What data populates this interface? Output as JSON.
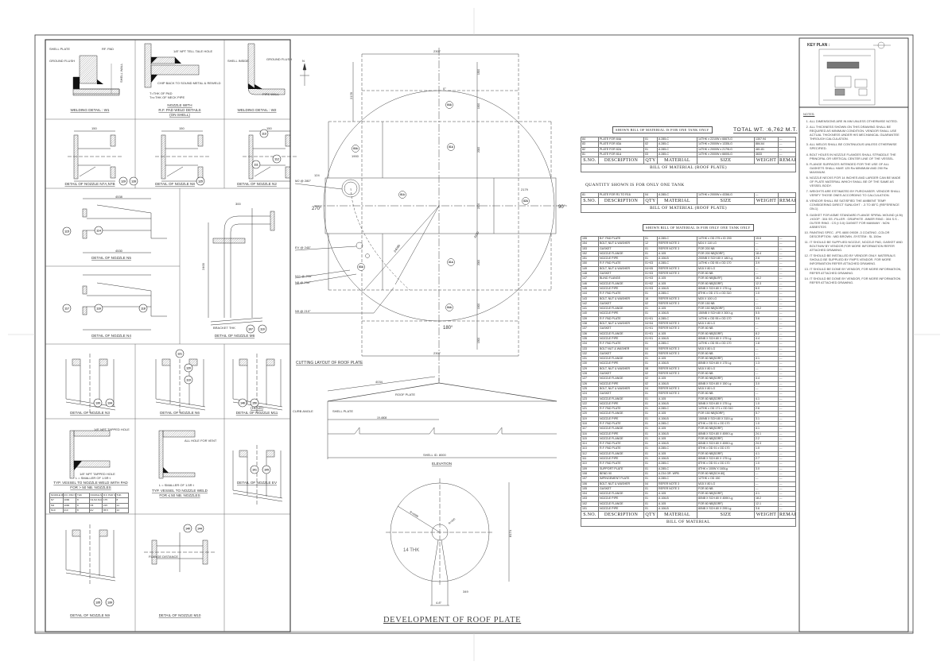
{
  "keyplan": {
    "title": "KEY PLAN :"
  },
  "notes": {
    "title": "NOTES:",
    "items": [
      "ALL DIMENSIONS ARE IN MM UNLESS OTHERWISE NOTED.",
      "ALL THICKNESS SHOWN ON THIS DRAWING SHALL BE REQUIRED AS MINIMUM CONDITION. VENDOR SHALL USE ACTUAL THICKNESS UNDER HIS MECHANICAL GUARANTEE THROUGH CALCULATION.",
      "ALL WELDS SHALL BE CONTINUOUS UNLESS OTHERWISE SPECIFIED.",
      "BOLT HOLES IN NOZZLE FLANGES SHALL STRADDLE THE PRINCIPAL OR VERTICAL CENTER LINE OF THE VESSEL.",
      "FLANGE SURFACES INTENDED FOR THE USE OF ALL GASKETS SHALL HAVE 125 Ra MINIMUM AND 250 Ra MAXIMUM.",
      "NOZZLE NECKS FOR 14 INCHES AND LARGER CAN BE MADE OF PLATE MATERIAL WHICH SHALL BE OF THE SAME AS VESSEL BODY.",
      "WEIGHTS ARE ESTIMATED BY PURCHASER. VENDOR SHALL VERIFY THOSE ONES ACCORDING TO CALCULATION.",
      "VENDOR SHALL BE SATISFIED THE AMBIENT TEMP. CONSIDERING DIRECT SUNLIGHT : -3 TO 85°C (REFERENCE ON.1)",
      "GASKET FOR ASME STANDARD FLANGE SPIRAL WOUND (4.5t) -HOOP : 304 SS -FILLER : GRAPHITE -INNER RING : 304 S.S -OUTER RING : CS (t 3.0) GASKET FOR MANWAY : NON ASBESTOS",
      "PAINTING SPEC. -IPS 4600 09039 -3 COATING -COLOR DESCRIPTION : MID BROWN -SYSTEM : SL 150m",
      "IT SHOULD BE SUPPLIED NOZZLE, NOZZLE PAD, GASKET AND BOLT/N/W BY VENDOR,FOR MORE INFORMATION REFER ATTACHED DRAWING.",
      "IT SHOULD BE INSTALLED BY VENDOR ONLY. MATERIALS SHOULD BE SUPPLIED BY FMP'S VENDOR. FOR MORE INFORMATION REFER ATTACHED DRAWING.",
      "IT SHOULD BE DONE BY VENDOR, FOR MORE INFORMATION, REFER ATTACHED DRAWING.",
      "IT SHOULD BE DONE BY VENDOR, FOR MORE INFORMATION REFER ATTACHED DRAWING."
    ]
  },
  "details": {
    "w1": "WELDING DETAIL : W1",
    "w1_labels": [
      "SHELL PLATE",
      "RF. PAD",
      "GROUND FLUSH",
      "SHELL WALL"
    ],
    "pad": [
      "NOZZLE WITH",
      "R.F. PAD WELD DETAILS",
      "(ON SHELL)"
    ],
    "pad_labels": [
      "1/8\" NPT TELL TALE HOLE",
      "CHIP BACK TO SOUND METAL & REWELD",
      "T=THK OF PAD",
      "Tn=THK OF NECK PIPE"
    ],
    "w2": "WELDING DETAIL : W2",
    "w2_labels": [
      "SHELL INSIDE",
      "GROUND FLUSH",
      "PIPE WALL"
    ],
    "n7": "DETAIL OF NOZZLE N7A,N7B",
    "n8": "DETAIL OF NOZZLE N8",
    "n2": "DETAIL OF NOZZLE N2",
    "n5": "DETAIL OF NOZZLE N5",
    "n4": "DETAIL OF NOZZLE N4",
    "m6": "DETAIL OF NOZZLE M6",
    "m6_label": "BRACKET THK",
    "n3": "DETAIL OF NOZZLE N3",
    "n6": "DETAIL OF NOZZLE N6",
    "m11_hold": "(HOLD)",
    "m11": "DETAIL OF NOZZLE M11",
    "typ_pad": [
      "TYP. VESSEL TO NOZZLE WELD WITH PAD",
      "FOR > 50 NB. NOZZLES"
    ],
    "typ_pad_labels": [
      "1/8\" NPT TAPPED HOLE",
      "1/8\" NPT TAPPED HOLE",
      "L = SMALLER OF 1.5R t"
    ],
    "typ_nopad": [
      "TYP. VESSEL TO NOZZLE WELD",
      "FOR ≤ 50 NB. NOZZLES"
    ],
    "typ_nopad_labels": [
      "ALL HOLE FOR VENT",
      "L = SMALLER OF 1.5R t"
    ],
    "ev": "DETAIL OF NOZZLE EV",
    "n9": "DETAIL OF NOZZLE N9",
    "m10": "DETAIL OF NOZZLE M10",
    "m10_label": "FLANGE DISTANCE",
    "pad_table": {
      "headers": [
        "NOZZLE MARK",
        "R.F. PAD SIZE",
        "THK",
        "NOZZLE MARK",
        "R.F. PAD SIZE",
        "THK"
      ],
      "rows": [
        [
          "N7",
          "1090",
          "8",
          "N1,N2,N4,N8,N10",
          "175",
          "8"
        ],
        [
          "M2",
          "1090",
          "8",
          "N5",
          "215",
          "14"
        ],
        [
          "N10",
          "210",
          "8",
          "EV",
          "95.5",
          "14"
        ]
      ]
    },
    "tags": {
      "t129": "129",
      "t128": "128",
      "t125": "125",
      "t113": "113",
      "t112": "112",
      "t111": "111",
      "t115": "115",
      "t114": "114",
      "t117": "117",
      "t116": "116",
      "t118": "118",
      "t107": "107",
      "t110": "110",
      "t121": "121",
      "t120": "120",
      "t119": "119",
      "t130": "130",
      "t134": "134",
      "t146": "146",
      "t150": "150",
      "t101": "101",
      "t105": "105",
      "t135": "135",
      "t139": "139",
      "t140": "140",
      "t144": "144"
    },
    "to": "TO",
    "dims": {
      "d150": "150",
      "d4538": "4538",
      "d4530": "4530",
      "d300": "300",
      "d2400": "2400"
    }
  },
  "layout": {
    "north": "N",
    "title": "CUTTING LAYOUT OF ROOF PLATE",
    "dim_top": "2307",
    "dim_bottom": "2307",
    "dim_left": "2178",
    "dim_1900": "1900",
    "dim_124": "124",
    "dim_2179": "2179",
    "dims_right": [
      "1500",
      "1900",
      "2000",
      "2000",
      "2000",
      "1900",
      "1500"
    ],
    "radius_1": "24080",
    "radius_2": "4320",
    "angles": {
      "a0": "0°",
      "a90": "90°",
      "a180": "180°",
      "a270": "270°"
    },
    "nozzles": [
      "M2 @ 280°",
      "EV @ 245°",
      "N11 @ 235°",
      "N8 @ 230°",
      "N9 @ 210°"
    ],
    "plates": {
      "top": "84A",
      "bottom": "84A",
      "p83a": "83A",
      "p83b": "83A",
      "p81a": "81A",
      "p81b": "81A",
      "p81c": "81A",
      "p82": "82A"
    }
  },
  "elevation": {
    "slope": "4034",
    "roof": "ROOF PLATE",
    "curb": "CURB ANGLE",
    "shell": "SHELL PLATE",
    "radius": "19.4808",
    "shell_id": "SHELL ID. 8000",
    "title": "ELEVATION"
  },
  "development": {
    "thk": "14 THK",
    "r_out": "R=4088",
    "r_in": "R=400",
    "height": "8174",
    "gap": "349",
    "base": "4.8°",
    "title": "DEVELOPMENT OF ROOF PLATE"
  },
  "bom_roof": {
    "note": "SHOWN BILL OF MATERIAL IS FOR ONE TANK ONLY",
    "total": "TOTAL WT. :6,762 M.T.",
    "rows": [
      [
        "84",
        "PLATE FOR 84A",
        "01",
        "A 285-C",
        "14THK x 2210W x 6667LG",
        "1307.94",
        "---"
      ],
      [
        "83",
        "PLATE FOR 83A",
        "02",
        "A 285-C",
        "14THK x 2000W x 1335LG",
        "884.64",
        "---"
      ],
      [
        "82",
        "PLATE FOR 82A",
        "01",
        "A 285-C",
        "14THK x 2000W x 2179LG",
        "481.81",
        "---"
      ],
      [
        "81",
        "PLATE FOR 81A",
        "03",
        "A 285-C",
        "14THK x 2000W x 6600LG",
        "4633",
        "---"
      ]
    ],
    "caption": "BILL OF MATERIAL (ROOF PLATE)"
  },
  "bom_roof2": {
    "note": "QUANTITY SHOWN IS FOR ONLY ONE TANK",
    "rows": [
      [
        "81",
        "PLATE FOR R1 TO R16",
        "04",
        "A 285-C",
        "14THK x 2000W x 4336LG",
        "---",
        ""
      ]
    ],
    "caption": "BILL OF MATERIAL (ROOF PLATE)"
  },
  "headers": [
    "S.NO.",
    "DESCRIPTION",
    "QTY",
    "MATERIAL",
    "SIZE",
    "WEIGHT",
    "REMARK"
  ],
  "bom_main": {
    "note": "SHOWN BILL OF MATERIAL IS FOR ONLY ONE TANK ONLY",
    "caption": "BILL OF MATERIAL",
    "rows": [
      [
        "155",
        "B.F. PAD PLATE",
        "01",
        "A 285-C",
        "14THK x OD 275 x ID 200",
        "15.8",
        "---"
      ],
      [
        "154",
        "BOLT, NUT & WASHER",
        "12",
        "REFER NOTE 3",
        "M24 X 110 LG",
        "---",
        "---"
      ],
      [
        "153",
        "GASKET",
        "01",
        "REFER NOTE 3",
        "FOR 200 NB",
        "---",
        "---"
      ],
      [
        "152",
        "NOZZLE FLANGE",
        "01",
        "A 105",
        "FOR 200 NB[SORF]",
        "18.4",
        "---"
      ],
      [
        "151",
        "NOZZLE PIPE",
        "01",
        "A 106-B",
        "200NB X SCH.80 X 180 Lg",
        "2.6",
        "---"
      ],
      [
        "150",
        "R.F. PAD PLATE",
        "01+03",
        "A 285-C",
        "14THK x OD 95 x OD 170",
        "3.9",
        "---"
      ],
      [
        "149",
        "BOLT, NUT & WASHER",
        "04+05",
        "REFER NOTE 3",
        "M15 X 80 LG",
        "---",
        "---"
      ],
      [
        "148",
        "GASKET",
        "01+03",
        "REFER NOTE 3",
        "FOR 80 NB",
        "---",
        "---"
      ],
      [
        "147",
        "BLIND FLANGE",
        "01+03",
        "A 105",
        "FOR 80 NB[BLRF]",
        "16.2",
        "---"
      ],
      [
        "146",
        "NOZZLE FLANGE",
        "01+02",
        "A 105",
        "FOR 80 NB[SORF]",
        "12.3",
        "---"
      ],
      [
        "145",
        "NOZZLE PIPE",
        "01+03",
        "A 106-B",
        "80NB X SCH.80 X 175 Lg",
        "6.0",
        "---"
      ],
      [
        "144",
        "R.F. PAD PLATE",
        "01",
        "A 285-C",
        "8THK x OD 171 x OD 310",
        "1.0",
        "---"
      ],
      [
        "143",
        "BOLT, NUT & WASHER",
        "16",
        "REFER NOTE 3",
        "M20 X 100 LG",
        "---",
        "---"
      ],
      [
        "142",
        "GASKET",
        "02",
        "REFER NOTE 3",
        "FOR 150 NB",
        "---",
        "---"
      ],
      [
        "141",
        "NOZZLE FLANGE",
        "01",
        "A 105",
        "FOR 150 NB[SORF]",
        "13.2",
        "---"
      ],
      [
        "140",
        "NOZZLE PIPE",
        "01",
        "A 106-B",
        "150NB X SCH.80 X 300 Lg",
        "5.5",
        "---"
      ],
      [
        "139",
        "R.F. PAD PLATE",
        "01+01",
        "A 285-C",
        "14THK x OD 95 x OD 170",
        "3.6",
        "---"
      ],
      [
        "138",
        "BOLT, NUT & WASHER",
        "04+04",
        "REFER NOTE 3",
        "M15 X 80 LG",
        "---",
        "---"
      ],
      [
        "137",
        "GASKET",
        "01+01",
        "REFER NOTE 3",
        "FOR 80 NB",
        "---",
        "---"
      ],
      [
        "136",
        "NOZZLE FLANGE",
        "01+01",
        "A 105",
        "FOR 80 NB[SORF]",
        "8.2",
        "---"
      ],
      [
        "135",
        "NOZZLE PIPE",
        "01+01",
        "A 106-B",
        "80NB X SCH.80 X 175 Lg",
        "4.4",
        "---"
      ],
      [
        "134",
        "R.F. PAD PLATE",
        "01",
        "A 285-C",
        "14THK x OD 95 x OD 170",
        "1.8",
        "---"
      ],
      [
        "133",
        "BOLT NUT & WASHER",
        "04",
        "REFER NOTE 3",
        "M15 X 80 LG",
        "---",
        "---"
      ],
      [
        "132",
        "GASKET",
        "01",
        "REFER NOTE 3",
        "FOR 80 NB",
        "---",
        "---"
      ],
      [
        "131",
        "NOZZLE FLANGE",
        "01",
        "A 105",
        "FOR 80 NB[SORF]",
        "4.1",
        "---"
      ],
      [
        "130",
        "NOZZLE PIPE",
        "01",
        "A 106-B",
        "80NB X SCH.80 X 175 Lg",
        "1.3",
        "---"
      ],
      [
        "129",
        "BOLT, NUT & WASHER",
        "08",
        "REFER NOTE 3",
        "M15 X 80 LG",
        "---",
        "---"
      ],
      [
        "128",
        "GASKET",
        "02",
        "REFER NOTE 3",
        "FOR 80 NB",
        "---",
        "---"
      ],
      [
        "127",
        "NOZZLE FLANGE",
        "02",
        "A 105",
        "FOR 80 NB[SORF]",
        "4.4",
        "---"
      ],
      [
        "126",
        "NOZZLE PIPE",
        "02",
        "A 106-B",
        "80NB X SCH.80 X 150 Lg",
        "3.0",
        "---"
      ],
      [
        "125",
        "BOLT, NUT & WASHER",
        "04",
        "REFER NOTE 3",
        "M15 X 80 LG",
        "---",
        "---"
      ],
      [
        "124",
        "GASKET",
        "01",
        "REFER NOTE 3",
        "FOR 80 NB",
        "---",
        "---"
      ],
      [
        "123",
        "NOZZLE FLANGE",
        "01",
        "A 105",
        "FOR 80 NB[SORF]",
        "4.1",
        "---"
      ],
      [
        "122",
        "NOZZLE PIPE",
        "01",
        "A 106-B",
        "50NB X SCH.80 X 175 Lg",
        "1.0",
        "---"
      ],
      [
        "121",
        "R.F. PAD PLATE",
        "01",
        "A 285-C",
        "14THK x OD 171 x OD 310",
        "2.6",
        "---"
      ],
      [
        "120",
        "NOZZLE FLANGE",
        "01",
        "A 105",
        "FOR 150 NB[SORF]",
        "5.7",
        "---"
      ],
      [
        "119",
        "NOZZLE PIPE",
        "01",
        "A 106-B",
        "150NB X SCH.80 X 315 Lg",
        "3.1",
        "---"
      ],
      [
        "118",
        "R.F. PAD PLATE",
        "01",
        "A 285-C",
        "8THK x OD 91 x OD 170",
        "1.0",
        "---"
      ],
      [
        "117",
        "NOZZLE FLANGE",
        "01",
        "A 105",
        "FOR 80 NB[SORF]",
        "4.1",
        "---"
      ],
      [
        "116",
        "NOZZLE PIPE",
        "01",
        "A 106-B",
        "80NB X SCH.80 X 4590 Lg",
        "24.1",
        "---"
      ],
      [
        "115",
        "NOZZLE FLANGE",
        "01",
        "A 105",
        "FOR 80 NB[SORF]",
        "2.2",
        "---"
      ],
      [
        "114",
        "R.F. PAD PLATE",
        "01",
        "A 106-B",
        "80NB X SCH.80 X 4590 Lg",
        "24.3",
        "---"
      ],
      [
        "113",
        "R.F. PAD PLATE",
        "01",
        "A 285-C",
        "8THK x OD 91 x OD 170",
        "1.0",
        "---"
      ],
      [
        "112",
        "NOZZLE FLANGE",
        "01",
        "A 105",
        "FOR 80 NB[SORF]",
        "4.1",
        "---"
      ],
      [
        "111",
        "NOZZLE PIPE",
        "01",
        "A 106-B",
        "80NB X SCH.80 X 175 Lg",
        "2.7",
        "---"
      ],
      [
        "110",
        "R.F. PAD PLATE",
        "01",
        "A 285-C",
        "8THK x OD 91 x OD 170",
        "1.0",
        "---"
      ],
      [
        "109",
        "SUPPORT PLATE",
        "01",
        "A 285-C",
        "8THK x 100W X 160Lg",
        "3.0",
        "---"
      ],
      [
        "108",
        "BEND 90",
        "01",
        "A 234 GR. WPB",
        "FOR 80 NB[SCH 80]",
        "---",
        "---"
      ],
      [
        "107",
        "IMPINGEMENT PLATE",
        "01",
        "A 285-C",
        "12THK x OD 150",
        "---",
        "---"
      ],
      [
        "106",
        "BOLT, NUT & WASHER",
        "04",
        "REFER NOTE 3",
        "M15 X 80 LG",
        "---",
        "---"
      ],
      [
        "105",
        "GASKET",
        "01",
        "REFER NOTE 3",
        "FOR 80 NB",
        "---",
        "---"
      ],
      [
        "104",
        "NOZZLE FLANGE",
        "01",
        "A 105",
        "FOR 80 NB[SORF]",
        "4.1",
        "---"
      ],
      [
        "103",
        "NOZZLE PIPE",
        "01",
        "A 106-B",
        "80NB X SCH.80 X 4590 Lg",
        "18.2",
        "---"
      ],
      [
        "102",
        "NOZZLE FLANGE",
        "01",
        "A 105",
        "FOR 80 NB[SORF]",
        "12.1",
        "---"
      ],
      [
        "101",
        "NOZZLE PIPE",
        "01",
        "A 106-B",
        "80NB X SCH.80 X 295 Lg",
        "3.6",
        "---"
      ]
    ]
  }
}
